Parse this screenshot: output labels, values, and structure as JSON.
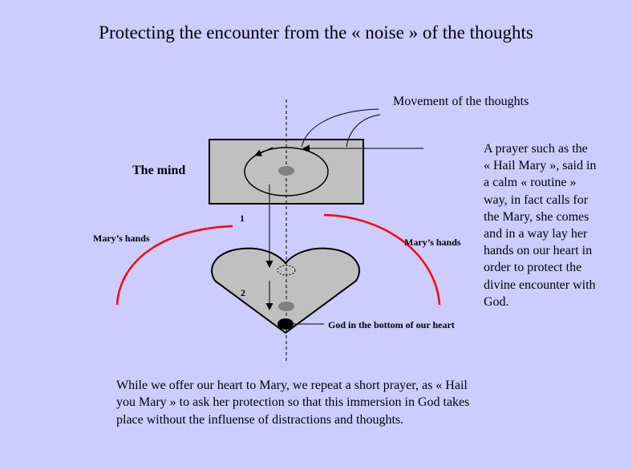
{
  "title": "Protecting the encounter from the « noise » of the thoughts",
  "labels": {
    "mind": "The mind",
    "thoughts": "Movement of the thoughts",
    "hands_left": "Mary’s hands",
    "hands_right": "Mary’s hands",
    "step1": "1",
    "step2": "2",
    "god": "God in the bottom of our heart"
  },
  "side_text": "A prayer such as the\n« Hail Mary », said in\na calm « routine »\nway, in fact calls for\nthe Mary, she comes\nand in a way lay her\nhands on our heart in\norder to protect the\ndivine encounter with\nGod.",
  "bottom_text": "While we offer our heart to Mary, we repeat a short prayer, as « Hail\nyou Mary » to ask her protection so that this immersion in God takes\nplace without the influense of distractions and thoughts.",
  "colors": {
    "background": "#ccccff",
    "shape_fill": "#c0c0c0",
    "hands": "#ff0000"
  }
}
